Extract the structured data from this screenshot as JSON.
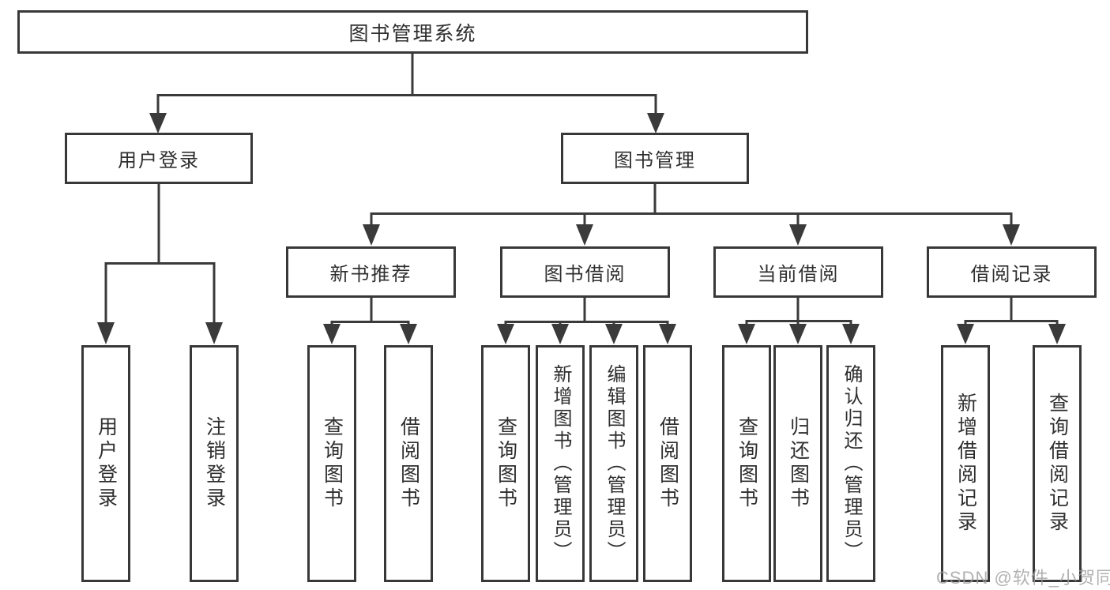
{
  "tree": {
    "root": {
      "label": "图书管理系统"
    },
    "branches": [
      {
        "label": "用户登录",
        "leaves": [
          {
            "label": "用户登录"
          },
          {
            "label": "注销登录"
          }
        ]
      },
      {
        "label": "图书管理",
        "groups": [
          {
            "label": "新书推荐",
            "leaves": [
              {
                "label": "查询图书"
              },
              {
                "label": "借阅图书"
              }
            ]
          },
          {
            "label": "图书借阅",
            "leaves": [
              {
                "label": "查询图书"
              },
              {
                "label": "新增图书（管理员）"
              },
              {
                "label": "编辑图书（管理员）"
              },
              {
                "label": "借阅图书"
              }
            ]
          },
          {
            "label": "当前借阅",
            "leaves": [
              {
                "label": "查询图书"
              },
              {
                "label": "归还图书"
              },
              {
                "label": "确认归还（管理员）"
              }
            ]
          },
          {
            "label": "借阅记录",
            "leaves": [
              {
                "label": "新增借阅记录"
              },
              {
                "label": "查询借阅记录"
              }
            ]
          }
        ]
      }
    ]
  },
  "watermark": "CSDN @软件_小贺同学",
  "colors": {
    "line": "#3a3a3a",
    "box_border": "#383838",
    "box_fill": "#ffffff",
    "text": "#2f2f2f",
    "background": "#ffffff",
    "watermark": "#9e9e9e"
  }
}
